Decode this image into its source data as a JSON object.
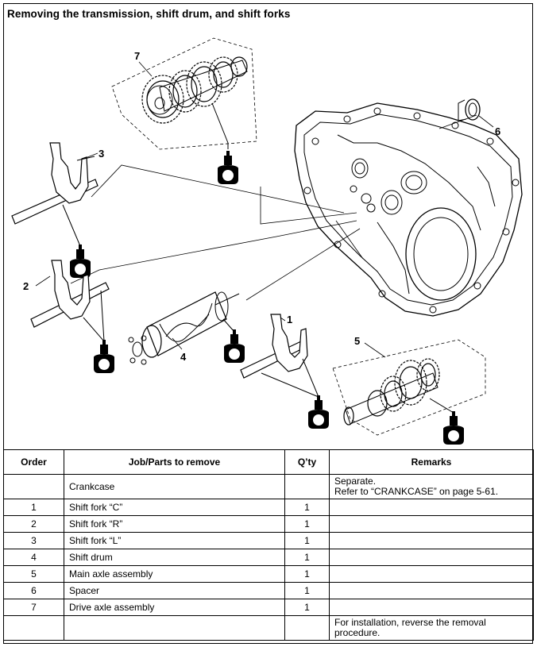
{
  "title": "Removing the transmission, shift drum, and shift forks",
  "callouts": [
    "1",
    "2",
    "3",
    "4",
    "5",
    "6",
    "7"
  ],
  "lube_mark": "E",
  "table": {
    "headers": [
      "Order",
      "Job/Parts to remove",
      "Q’ty",
      "Remarks"
    ],
    "rows": [
      {
        "order": "",
        "part": "Crankcase",
        "qty": "",
        "remarks": [
          "Separate.",
          "Refer to “CRANKCASE” on page 5-61."
        ]
      },
      {
        "order": "1",
        "part": "Shift fork “C”",
        "qty": "1",
        "remarks": []
      },
      {
        "order": "2",
        "part": "Shift fork “R”",
        "qty": "1",
        "remarks": []
      },
      {
        "order": "3",
        "part": "Shift fork “L”",
        "qty": "1",
        "remarks": []
      },
      {
        "order": "4",
        "part": "Shift drum",
        "qty": "1",
        "remarks": []
      },
      {
        "order": "5",
        "part": "Main axle assembly",
        "qty": "1",
        "remarks": []
      },
      {
        "order": "6",
        "part": "Spacer",
        "qty": "1",
        "remarks": []
      },
      {
        "order": "7",
        "part": "Drive axle assembly",
        "qty": "1",
        "remarks": []
      },
      {
        "order": "",
        "part": "",
        "qty": "",
        "remarks": [
          "For installation, reverse the removal",
          "procedure."
        ]
      }
    ]
  }
}
